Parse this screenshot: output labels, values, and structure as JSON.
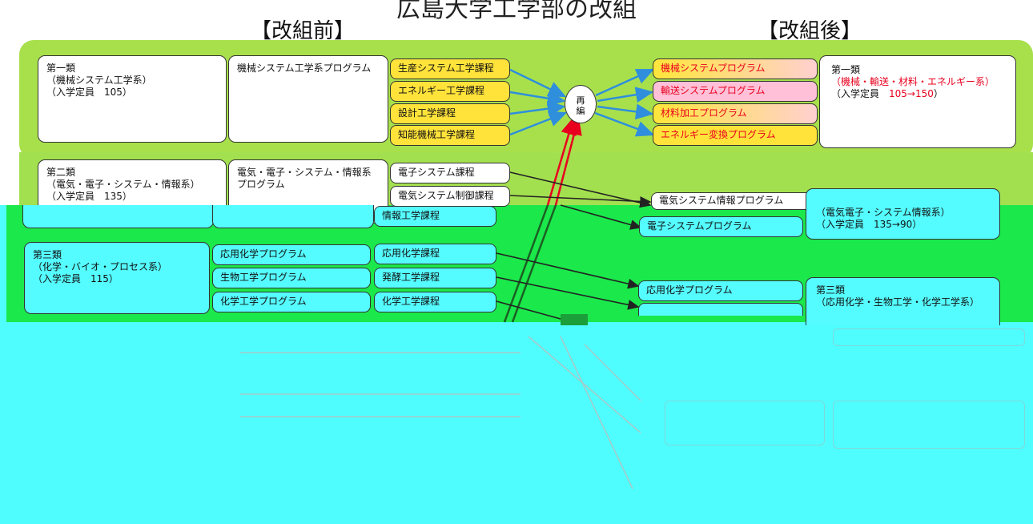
{
  "title": "広島大学工学部の改組",
  "headers": {
    "before": "【改組前】",
    "after": "【改組後】"
  },
  "before": {
    "group1": {
      "name": "第一類",
      "field": "（機械システム工学系）",
      "capacity": "（入学定員　105）",
      "program": "機械システム工学系プログラム",
      "courses": [
        "生産システム工学課程",
        "エネルギー工学課程",
        "設計工学課程",
        "知能機械工学課程"
      ]
    },
    "group2": {
      "name": "第二類",
      "field": "（電気・電子・システム・情報系）",
      "capacity": "（入学定員　135）",
      "program_line1": "電気・電子・システム・情報系",
      "program_line2": "プログラム",
      "courses": [
        "電子システム課程",
        "電気システム制御課程",
        "情報工学課程"
      ]
    },
    "group3": {
      "name": "第三類",
      "field": "（化学・バイオ・プロセス系）",
      "capacity": "（入学定員　115）",
      "programs": [
        "応用化学プログラム",
        "生物工学プログラム",
        "化学工学プログラム"
      ],
      "courses": [
        "応用化学課程",
        "発酵工学課程",
        "化学工学課程"
      ]
    }
  },
  "reorg_node": {
    "line1": "再",
    "line2": "編"
  },
  "after": {
    "group1": {
      "name": "第一類",
      "field": "（機械・輸送・材料・エネルギー系）",
      "capacity_prefix": "（入学定員　",
      "capacity": "105→150",
      "programs": [
        "機械システムプログラム",
        "輸送システムプログラム",
        "材料加工プログラム",
        "エネルギー変換プログラム"
      ]
    },
    "group2": {
      "field": "（電気電子・システム情報系）",
      "capacity_prefix": "（入学定員　",
      "capacity": "135→90",
      "programs": [
        "電気システム情報プログラム",
        "電子システムプログラム"
      ]
    },
    "group3": {
      "name": "第三類",
      "field": "（応用化学・生物工学・化学工学系）",
      "programs": [
        "応用化学プログラム"
      ]
    }
  },
  "colors": {
    "green_band": "#a8e04c",
    "band2": "#a3e050",
    "bright_green": "#1ae84b",
    "cyan": "#4ffdff",
    "yellow": "#ffe23a",
    "red_text": "#e8001e",
    "arrow_blue": "#2f8fdc"
  }
}
